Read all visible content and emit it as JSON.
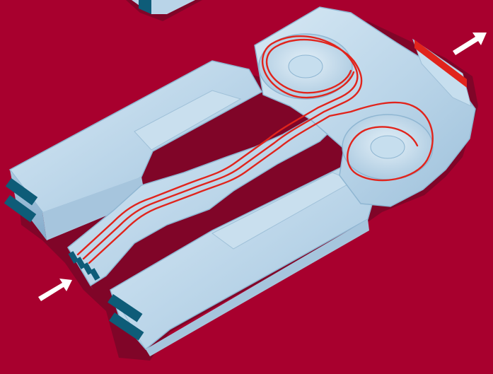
{
  "scene": {
    "subject": "microfluidic-device",
    "background_color": "#A8002E",
    "device_body_color": "#BCD7EA",
    "device_edge_color": "#8FB6D2",
    "device_shadow_color": "#5F0A24",
    "port_color": "#0E5C78",
    "channel_line_color": "#E1241C",
    "arrow_color": "#FFFFFF",
    "arrows": [
      {
        "name": "inlet-arrow",
        "direction": "up-right"
      },
      {
        "name": "outlet-arrow",
        "direction": "up-right"
      }
    ]
  }
}
